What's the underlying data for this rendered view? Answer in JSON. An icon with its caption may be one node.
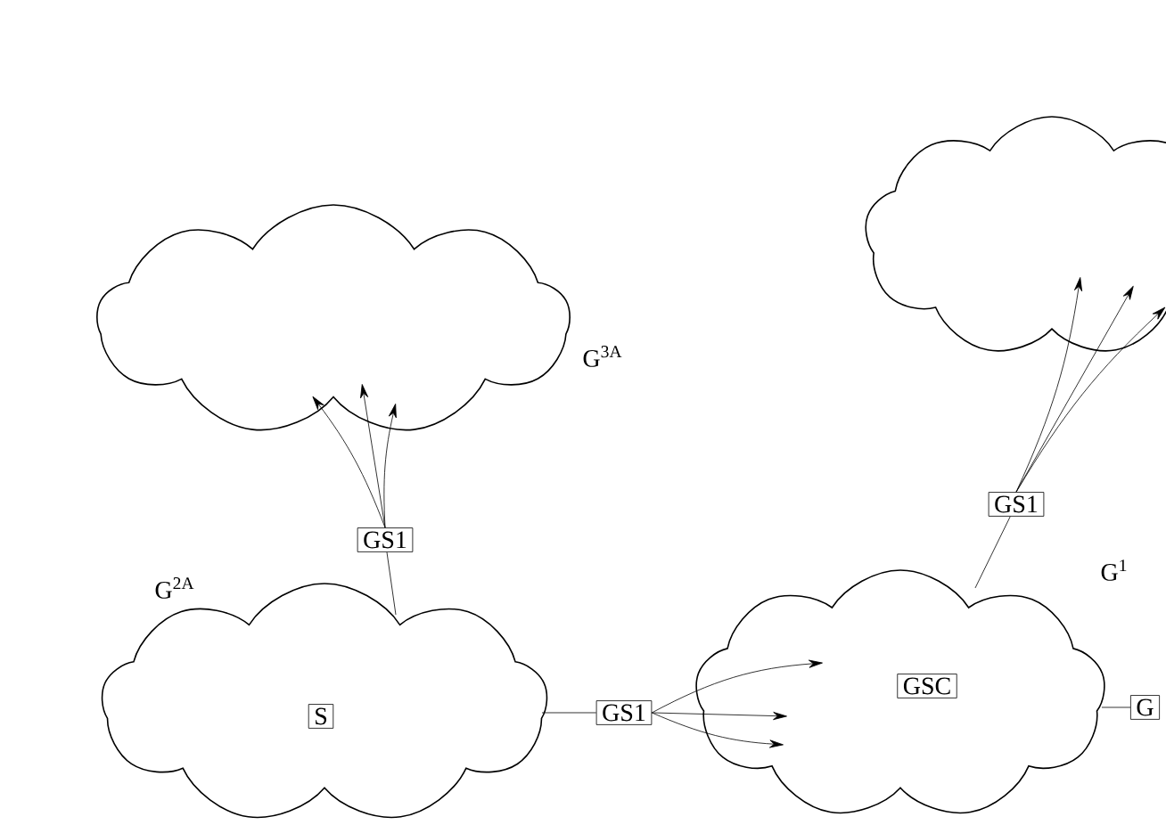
{
  "diagram": {
    "nodes": [
      {
        "text": [
          "G$^{3A}$"
        ]
      },
      {
        "text": [
          "GS1"
        ]
      },
      {
        "text": [
          "G$^{2A}$"
        ]
      },
      {
        "text": [
          "S"
        ],
        "in": 2
      },
      {
        "text": [
          "GS1"
        ]
      },
      {
        "text": [
          "G$^{1}$"
        ]
      },
      {
        "text": [
          "GSC"
        ],
        "in": 5
      },
      {
        "text": [
          "GS1"
        ]
      },
      {
        "text": [],
        "shape": "cloud"
      },
      {
        "text": [
          "G"
        ]
      }
    ],
    "edges": [
      {
        "from": 2,
        "to": 1,
        "arrow": "none"
      },
      {
        "from": 1,
        "to": 0,
        "arrow": "to"
      },
      {
        "from": 1,
        "to": 0,
        "arrow": "to"
      },
      {
        "from": 1,
        "to": 0,
        "arrow": "to"
      },
      {
        "from": 2,
        "to": 4,
        "arrow": "none"
      },
      {
        "from": 4,
        "to": 5,
        "arrow": "to"
      },
      {
        "from": 4,
        "to": 5,
        "arrow": "to"
      },
      {
        "from": 4,
        "to": 5,
        "arrow": "to"
      },
      {
        "from": 5,
        "to": 7,
        "arrow": "none"
      },
      {
        "from": 7,
        "to": 8,
        "arrow": "to"
      },
      {
        "from": 7,
        "to": 8,
        "arrow": "to"
      },
      {
        "from": 7,
        "to": 8,
        "arrow": "to"
      },
      {
        "from": 5,
        "to": 9,
        "arrow": "none"
      }
    ]
  }
}
